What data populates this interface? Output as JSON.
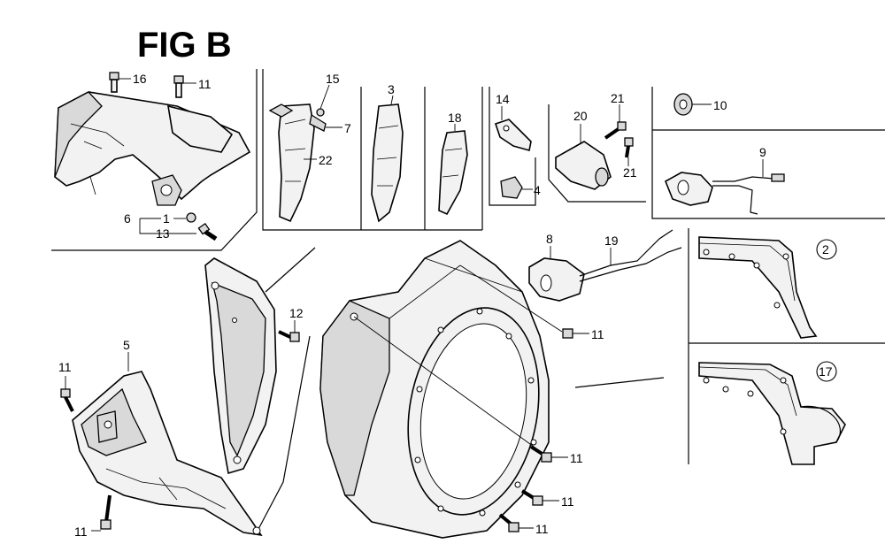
{
  "figure": {
    "title": "FIG B"
  },
  "callouts": {
    "c1": "1",
    "c2": "2",
    "c3": "3",
    "c4": "4",
    "c5": "5",
    "c6": "6",
    "c7": "7",
    "c8": "8",
    "c9": "9",
    "c10": "10",
    "c11": "11",
    "c12": "12",
    "c13": "13",
    "c14": "14",
    "c15": "15",
    "c16": "16",
    "c17": "17",
    "c18": "18",
    "c19": "19",
    "c20": "20",
    "c21": "21",
    "c22": "22"
  }
}
